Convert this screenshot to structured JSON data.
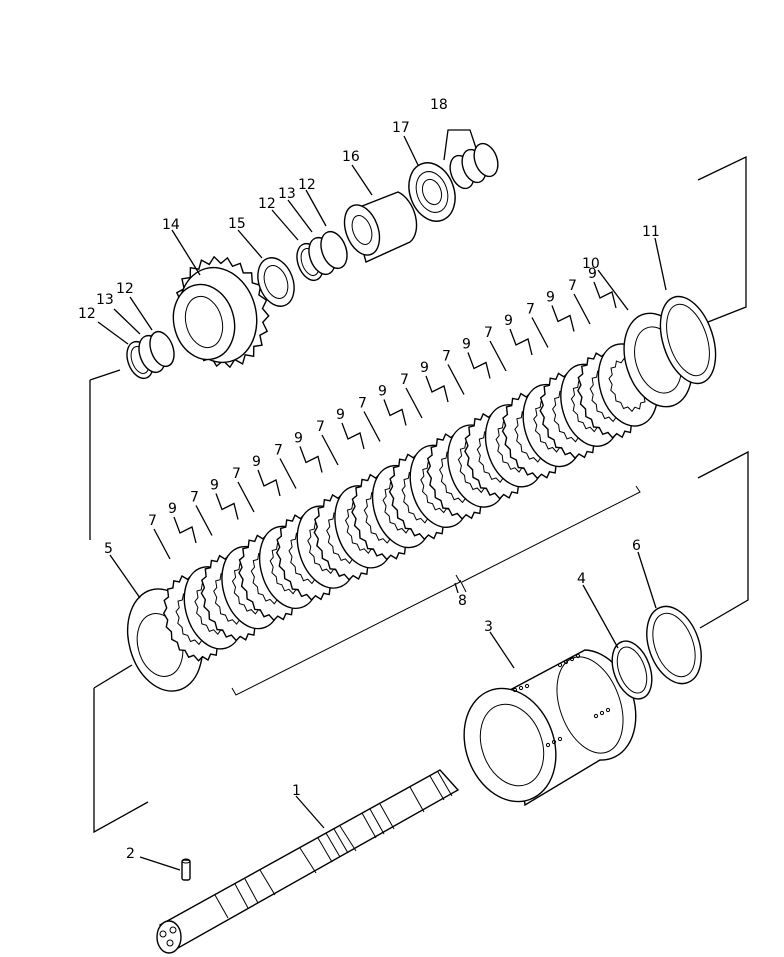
{
  "diagram": {
    "callouts": [
      {
        "id": "c1",
        "text": "1"
      },
      {
        "id": "c2",
        "text": "2"
      },
      {
        "id": "c3",
        "text": "3"
      },
      {
        "id": "c4",
        "text": "4"
      },
      {
        "id": "c5",
        "text": "5"
      },
      {
        "id": "c6",
        "text": "6"
      },
      {
        "id": "c7",
        "text": "7"
      },
      {
        "id": "c8",
        "text": "8"
      },
      {
        "id": "c9",
        "text": "9"
      },
      {
        "id": "c10",
        "text": "10"
      },
      {
        "id": "c11",
        "text": "11"
      },
      {
        "id": "c12",
        "text": "12"
      },
      {
        "id": "c13",
        "text": "13"
      },
      {
        "id": "c14",
        "text": "14"
      },
      {
        "id": "c15",
        "text": "15"
      },
      {
        "id": "c16",
        "text": "16"
      },
      {
        "id": "c17",
        "text": "17"
      },
      {
        "id": "c18",
        "text": "18"
      }
    ],
    "disc_labels": {
      "seven": "7",
      "nine": "9"
    }
  }
}
